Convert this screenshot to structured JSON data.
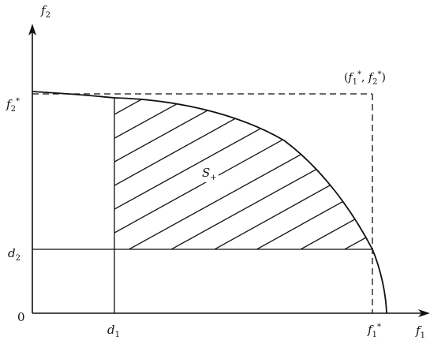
{
  "diagram": {
    "axes": {
      "y_axis": {
        "symbol": "f",
        "sub": "2"
      },
      "x_axis": {
        "symbol": "f",
        "sub": "1"
      },
      "origin": "0"
    },
    "ticks": {
      "f2_star": {
        "symbol": "f",
        "sub": "2",
        "sup": "*"
      },
      "f1_star": {
        "symbol": "f",
        "sub": "1",
        "sup": "*"
      },
      "d1": {
        "symbol": "d",
        "sub": "1"
      },
      "d2": {
        "symbol": "d",
        "sub": "2"
      }
    },
    "ideal_point": {
      "open": "(",
      "a": {
        "symbol": "f",
        "sub": "1",
        "sup": "*"
      },
      "sep": ", ",
      "b": {
        "symbol": "f",
        "sub": "2",
        "sup": "*"
      },
      "close": ")"
    },
    "region": {
      "symbol": "S",
      "sub": "+"
    },
    "stroke_color": "#111111"
  }
}
